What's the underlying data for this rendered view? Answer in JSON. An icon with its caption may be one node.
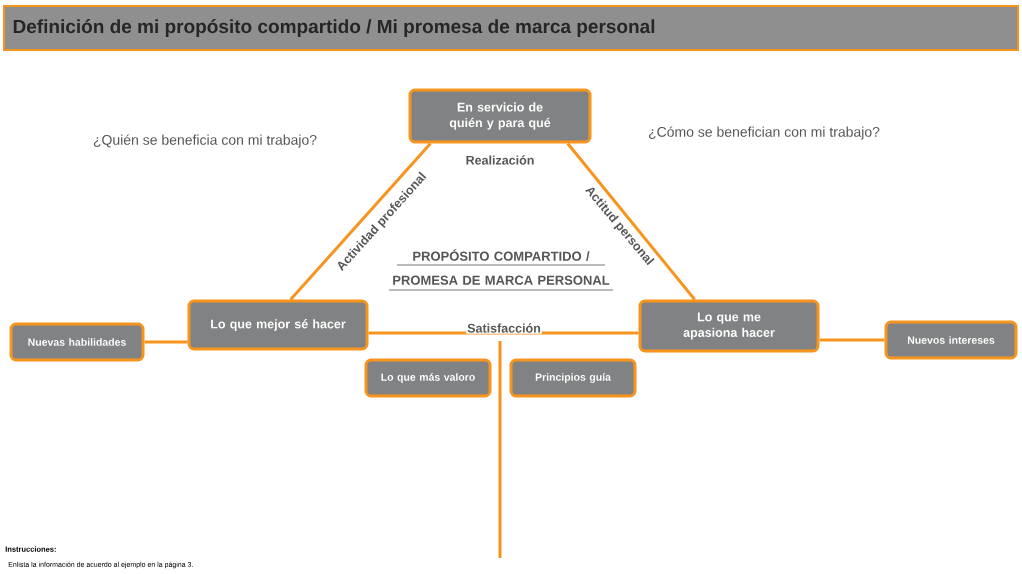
{
  "diagram": {
    "title": "Definición de mi propósito compartido / Mi promesa de marca personal",
    "nodes": [
      {
        "text": [
          "En servicio de quién y para qué"
        ]
      },
      {
        "text": [
          "Lo que mejor sé hacer"
        ]
      },
      {
        "text": [
          "Lo que me apasiona hacer"
        ]
      },
      {
        "text": [
          "Nuevas habilidades"
        ]
      },
      {
        "text": [
          "Nuevos intereses"
        ]
      },
      {
        "text": [
          "Lo que más valoro"
        ]
      },
      {
        "text": [
          "Principios guía"
        ]
      }
    ],
    "edges": [
      {
        "from": 0,
        "to": 1,
        "arrow": "none",
        "label": "Actividad profesional"
      },
      {
        "from": 0,
        "to": 2,
        "arrow": "none",
        "label": "Actitud personal"
      },
      {
        "from": 1,
        "to": 2,
        "arrow": "none",
        "label": "Satisfacción"
      },
      {
        "from": 3,
        "to": 1,
        "arrow": "none"
      },
      {
        "from": 2,
        "to": 4,
        "arrow": "none"
      }
    ],
    "labels": [
      "¿Quién se beneficia con mi trabajo?",
      "¿Cómo se benefician con mi trabajo?",
      "Realización",
      "PROPÓSITO COMPARTIDO / PROMESA DE MARCA PERSONAL",
      "Instrucciones:",
      "Enlista la información de acuerdo al ejemplo en la página 3."
    ]
  }
}
